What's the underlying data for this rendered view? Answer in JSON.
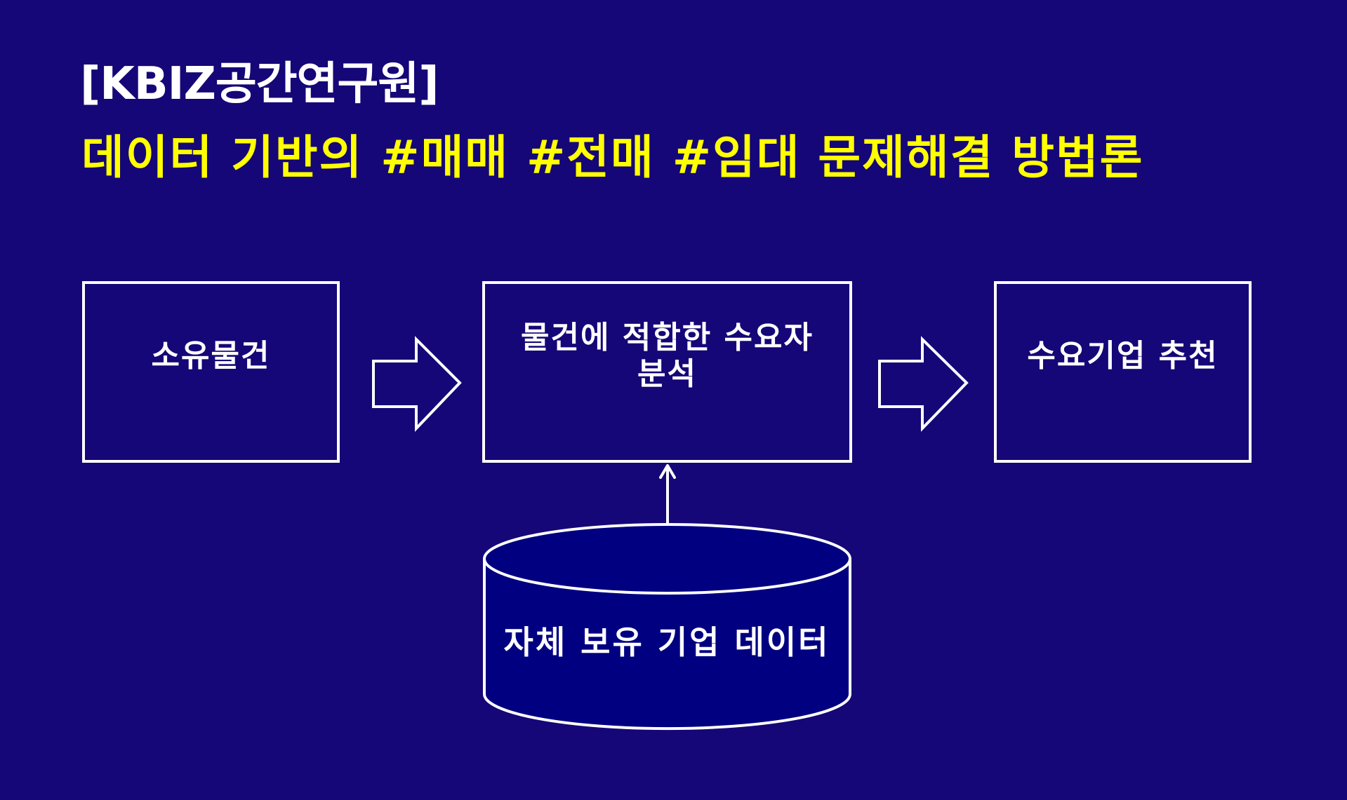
{
  "header": {
    "title": "[KBIZ공간연구원]",
    "subtitle": "데이터 기반의 #매매 #전매 #임대 문제해결 방법론"
  },
  "colors": {
    "background": "#150777",
    "title": "#ffffff",
    "subtitle": "#ffff00",
    "stroke": "#ffffff",
    "cylinder_fill": "#000080"
  },
  "flow": {
    "steps": [
      {
        "label": "소유물건"
      },
      {
        "label": "물건에 적합한 수요자\n분석"
      },
      {
        "label": "수요기업 추천"
      }
    ],
    "arrows": [
      "block-arrow-right",
      "block-arrow-right"
    ],
    "data_source": {
      "label": "자체 보유 기업 데이터",
      "shape": "database-cylinder"
    }
  }
}
